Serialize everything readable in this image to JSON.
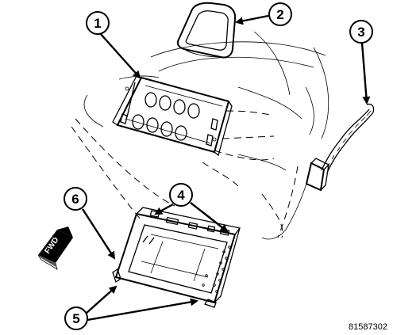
{
  "callouts": [
    {
      "number": "1"
    },
    {
      "number": "2"
    },
    {
      "number": "3"
    },
    {
      "number": "4"
    },
    {
      "number": "5"
    },
    {
      "number": "6"
    }
  ],
  "fwd_label": "FWD",
  "document_id": "81587302"
}
